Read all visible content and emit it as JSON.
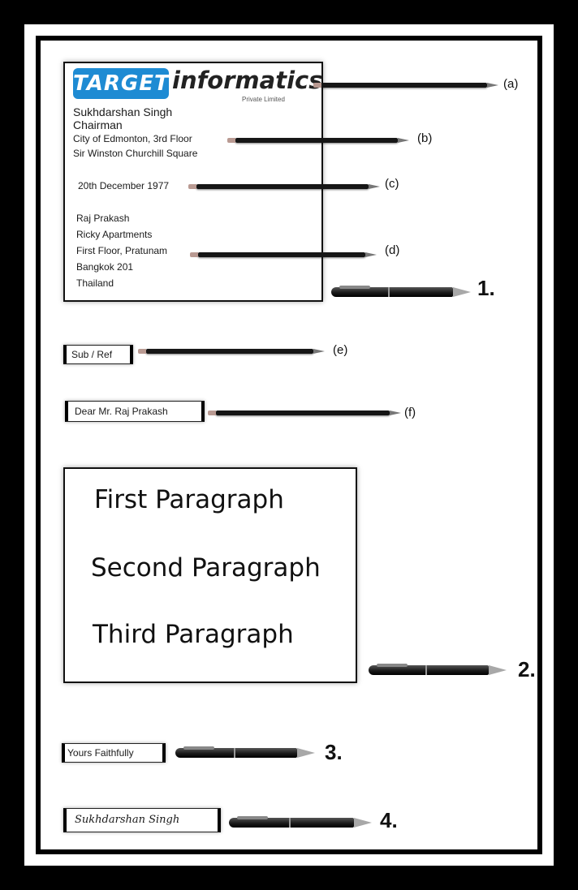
{
  "logo": {
    "brand": "TARGET",
    "name": "informatics",
    "tagline": "Private Limited"
  },
  "sender": {
    "name": "Sukhdarshan Singh",
    "title": "Chairman",
    "address_line1": "City of Edmonton, 3rd Floor",
    "address_line2": "Sir Winston Churchill Square"
  },
  "date": "20th December 1977",
  "recipient": {
    "name": "Raj Prakash",
    "line1": "Ricky Apartments",
    "line2": "First Floor, Pratunam",
    "line3": "Bangkok 201",
    "line4": "Thailand"
  },
  "subject": "Sub / Ref",
  "salutation": "Dear Mr. Raj Prakash",
  "paragraphs": [
    "First Paragraph",
    "Second Paragraph",
    "Third Paragraph"
  ],
  "closing": "Yours Faithfully",
  "signature": "Sukhdarshan Singh",
  "labels": {
    "a": "(a)",
    "b": "(b)",
    "c": "(c)",
    "d": "(d)",
    "e": "(e)",
    "f": "(f)"
  },
  "steps": {
    "one": "1.",
    "two": "2.",
    "three": "3.",
    "four": "4."
  },
  "colors": {
    "logo_blue": "#1e8bd3",
    "frame": "#000000",
    "pointer": "#161616"
  },
  "icons": {
    "pointer": "pencil-icon",
    "step_marker": "pen-icon"
  }
}
